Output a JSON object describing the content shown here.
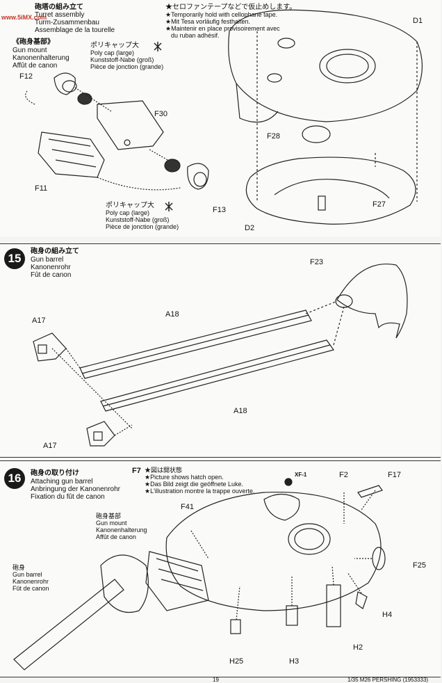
{
  "watermark": "www.5iMX.com",
  "step14": {
    "title_jp": "砲塔の組み立て",
    "title_en": "Turret assembly",
    "title_de": "Turm-Zusammenbau",
    "title_fr": "Assemblage de la tourelle",
    "sub_jp": "《砲身基部》",
    "sub_en": "Gun mount",
    "sub_de": "Kanonenhalterung",
    "sub_fr": "Affût de canon",
    "note_jp": "★セロファンテープなどで仮止めします。",
    "note_en": "★Temporarily hold with cellophane tape.",
    "note_de": "★Mit Tesa vorläufig festhalten.",
    "note_fr1": "★Maintenir en place provisoirement avec",
    "note_fr2": "du ruban adhésif.",
    "polycap_top": {
      "jp": "ポリキャップ大",
      "en": "Poly cap (large)",
      "de": "Kunststoff-Nabe (groß)",
      "fr": "Pièce de jonction (grande)"
    },
    "polycap_bottom": {
      "jp": "ポリキャップ大",
      "en": "Poly cap (large)",
      "de": "Kunststoff-Nabe (groß)",
      "fr": "Pièce de jonction (grande)"
    },
    "parts": {
      "F12": "F12",
      "F30": "F30",
      "F11": "F11",
      "F13": "F13",
      "D1": "D1",
      "F28": "F28",
      "F27": "F27",
      "D2": "D2"
    }
  },
  "step15": {
    "number": "15",
    "title_jp": "砲身の組み立て",
    "title_en": "Gun barrel",
    "title_de": "Kanonenrohr",
    "title_fr": "Fût de canon",
    "parts": {
      "F23": "F23",
      "A18a": "A18",
      "A17a": "A17",
      "A18b": "A18",
      "A17b": "A17"
    }
  },
  "step16": {
    "number": "16",
    "title_jp": "砲身の取り付け",
    "title_en": "Attaching gun barrel",
    "title_de": "Anbringung der Kanonenrohr",
    "title_fr": "Fixation du fût de canon",
    "note_part": "F7",
    "note_jp": "★図は開状態",
    "note_en": "★Picture shows hatch open.",
    "note_de": "★Das Bild zeigt die geöffnete Luke.",
    "note_fr": "★L'illustration montre la trappe ouverte.",
    "gunmount": {
      "jp": "砲身基部",
      "en": "Gun mount",
      "de": "Kanonenhalterung",
      "fr": "Affût de canon"
    },
    "barrel": {
      "jp": "砲身",
      "en": "Gun barrel",
      "de": "Kanonenrohr",
      "fr": "Fût de canon"
    },
    "paint": "XF-1",
    "parts": {
      "F2": "F2",
      "F17": "F17",
      "F41": "F41",
      "F25": "F25",
      "H4": "H4",
      "H2": "H2",
      "H3": "H3",
      "H25": "H25"
    }
  },
  "footer": {
    "page": "19",
    "model": "1/35 M26 PERSHING (1953333)"
  }
}
